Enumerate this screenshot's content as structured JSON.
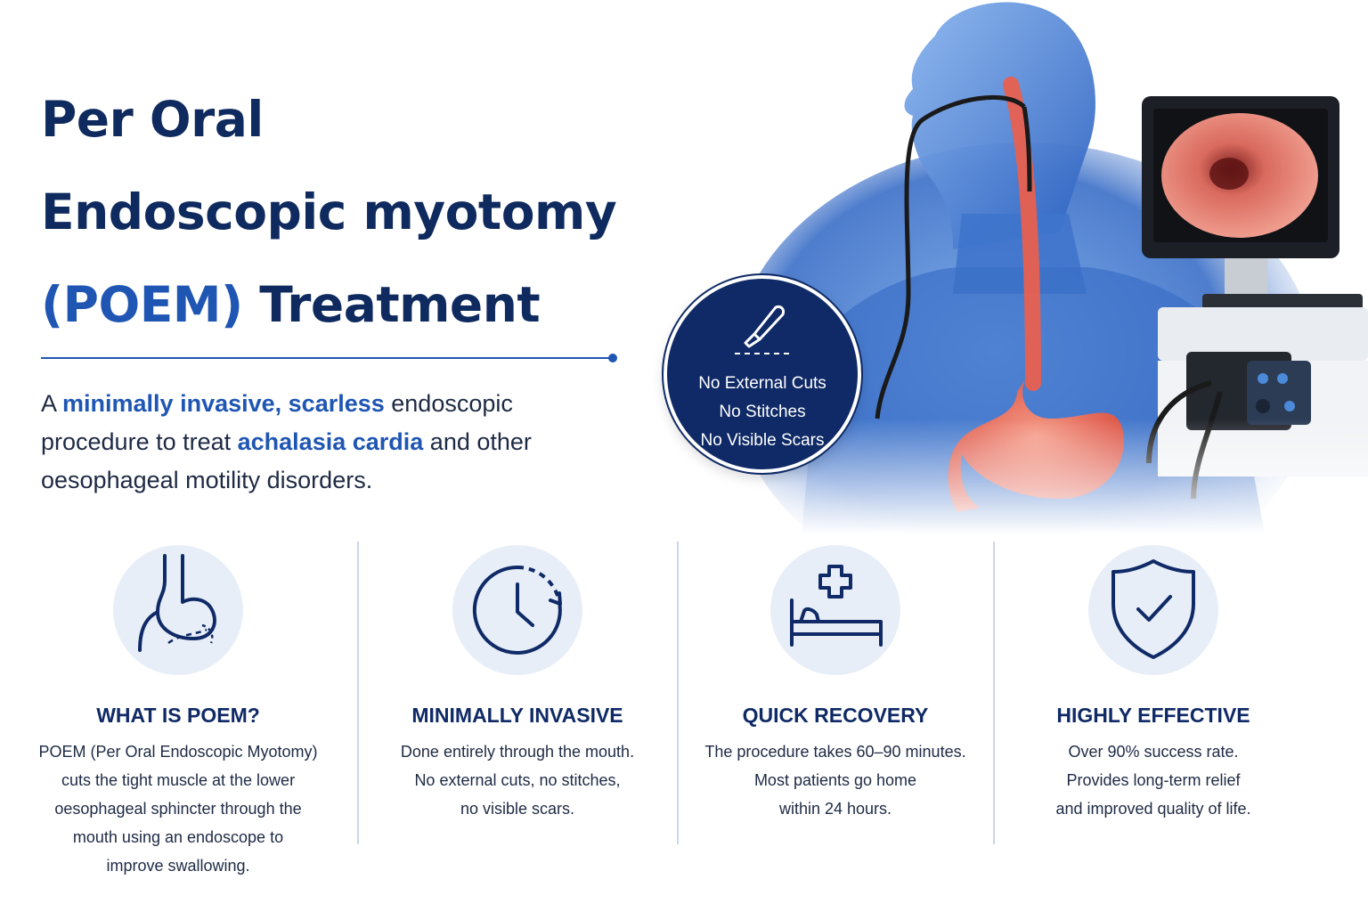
{
  "title": {
    "line1": "Per Oral",
    "line2": "Endoscopic myotomy",
    "line3_accent": "(POEM)",
    "line3_rest": " Treatment"
  },
  "intro": {
    "part1": "A ",
    "highlight1": "minimally invasive, scarless",
    "part2": " endoscopic procedure to treat ",
    "highlight2": "achalasia cardia",
    "part3": " and other oesophageal motility disorders."
  },
  "badge": {
    "icon": "scalpel-icon",
    "lines": [
      "No External Cuts",
      "No Stitches",
      "No Visible Scars"
    ]
  },
  "features": [
    {
      "icon": "stomach-icon",
      "heading": "WHAT IS POEM?",
      "lines": [
        "POEM (Per Oral Endoscopic Myotomy)",
        "cuts the tight muscle at the lower",
        "oesophageal sphincter through the",
        "mouth using an endoscope to",
        "improve swallowing."
      ]
    },
    {
      "icon": "clock-icon",
      "heading": "MINIMALLY INVASIVE",
      "lines": [
        "Done entirely through the mouth.",
        "No external cuts, no stitches,",
        "no visible scars."
      ]
    },
    {
      "icon": "hospital-bed-icon",
      "heading": "QUICK RECOVERY",
      "lines": [
        "The procedure takes 60–90 minutes.",
        "Most patients go home",
        "within 24 hours."
      ]
    },
    {
      "icon": "shield-check-icon",
      "heading": "HIGHLY EFFECTIVE",
      "lines": [
        "Over 90% success rate.",
        "Provides long-term relief",
        "and improved quality of life."
      ]
    }
  ],
  "colors": {
    "navy": "#0f2a5e",
    "accent_blue": "#1f56b3",
    "icon_bg": "#e8eef8",
    "organ_red": "#e8604f"
  }
}
